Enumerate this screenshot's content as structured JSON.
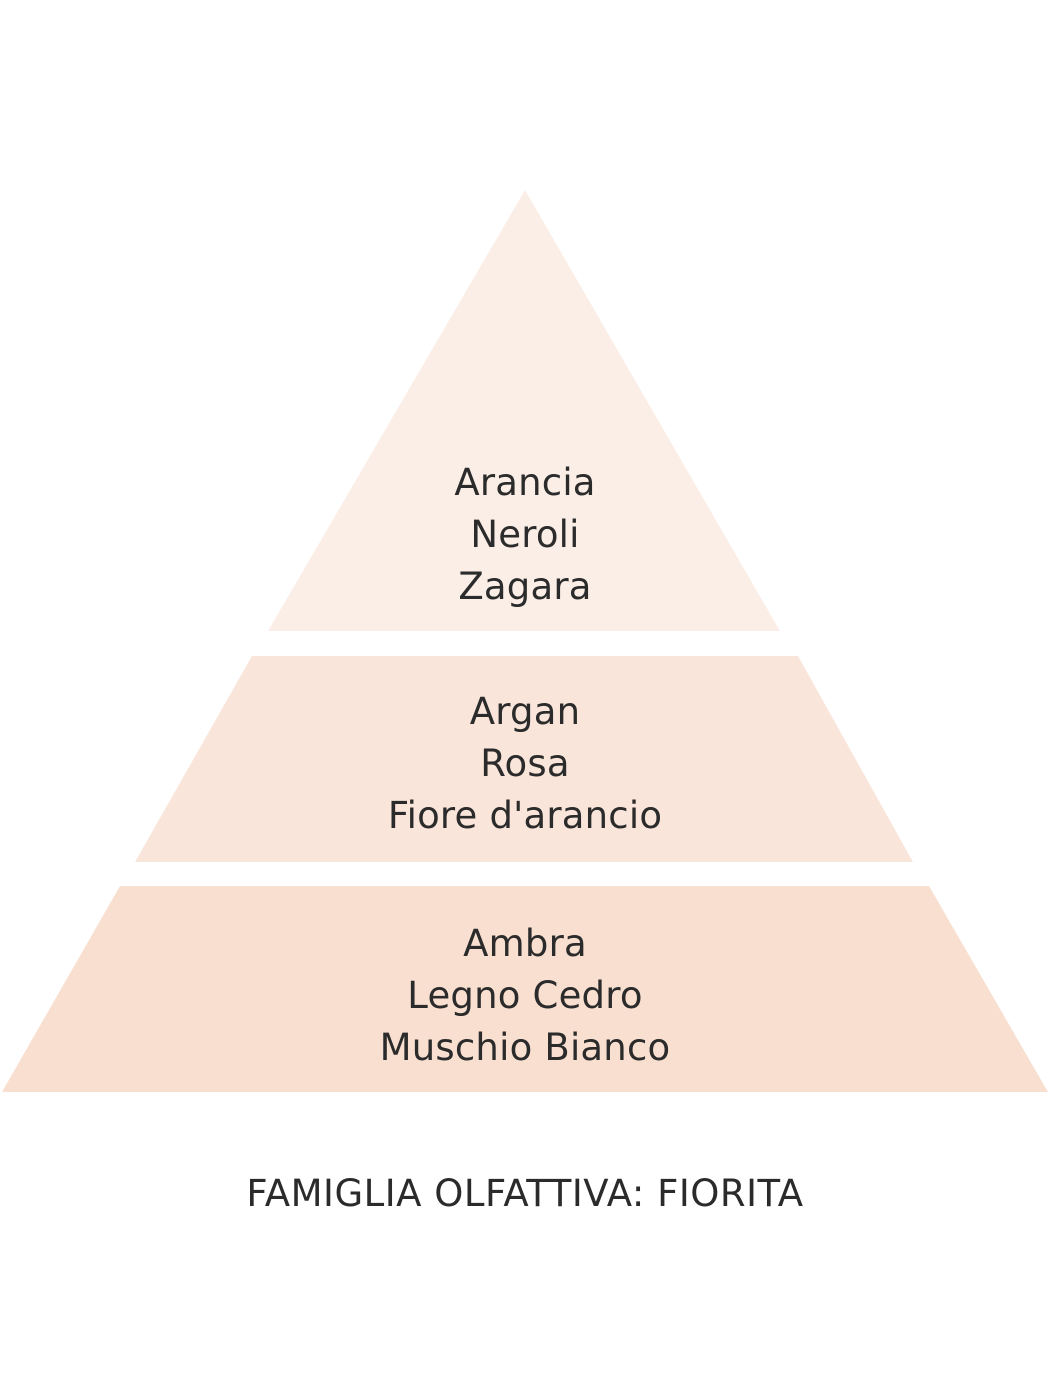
{
  "colors": {
    "top_tier": "#fbeee7",
    "middle_tier": "#f9e5da",
    "bottom_tier": "#f8dfd0",
    "text": "#2b2b2b"
  },
  "pyramid": {
    "top_notes": [
      "Arancia",
      "Neroli",
      "Zagara"
    ],
    "heart_notes": [
      "Argan",
      "Rosa",
      "Fiore d'arancio"
    ],
    "base_notes": [
      "Ambra",
      "Legno Cedro",
      "Muschio Bianco"
    ]
  },
  "family_label": "FAMIGLIA OLFATTIVA: FIORITA"
}
